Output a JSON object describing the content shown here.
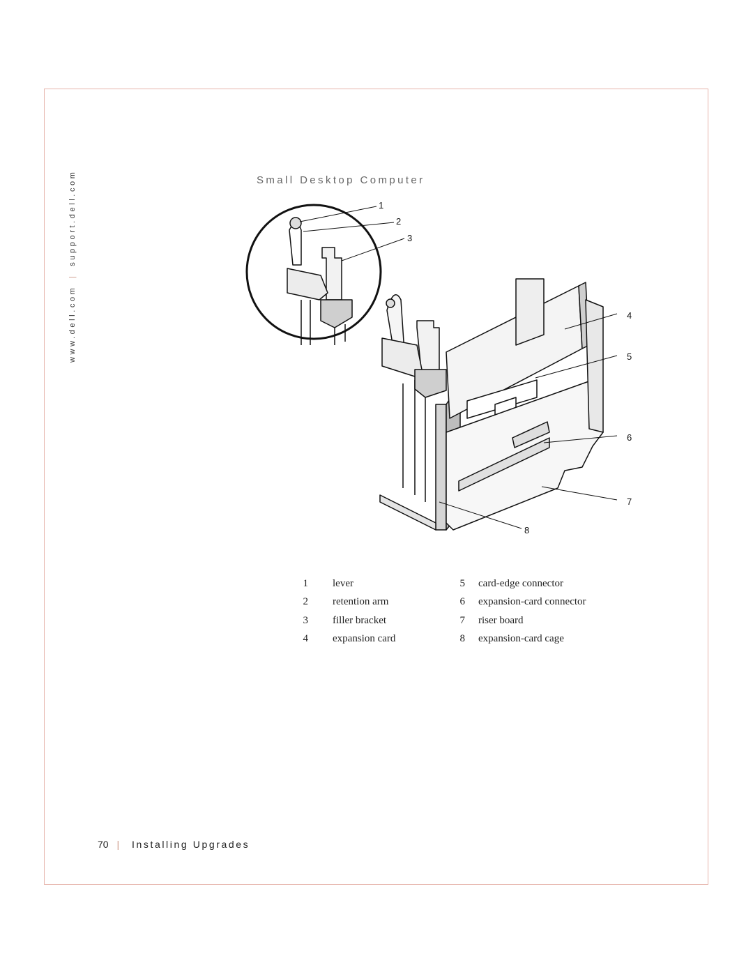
{
  "side_url": {
    "left": "www.dell.com",
    "separator": "|",
    "right": "support.dell.com"
  },
  "figure": {
    "title": "Small Desktop Computer",
    "callouts": [
      "1",
      "2",
      "3",
      "4",
      "5",
      "6",
      "7",
      "8"
    ]
  },
  "legend": {
    "rows": [
      {
        "n1": "1",
        "l1": "lever",
        "n2": "5",
        "l2": "card-edge connector"
      },
      {
        "n1": "2",
        "l1": "retention arm",
        "n2": "6",
        "l2": "expansion-card connector"
      },
      {
        "n1": "3",
        "l1": "filler bracket",
        "n2": "7",
        "l2": "riser board"
      },
      {
        "n1": "4",
        "l1": "expansion card",
        "n2": "8",
        "l2": "expansion-card cage"
      }
    ]
  },
  "footer": {
    "page_number": "70",
    "separator": "|",
    "section": "Installing Upgrades"
  }
}
